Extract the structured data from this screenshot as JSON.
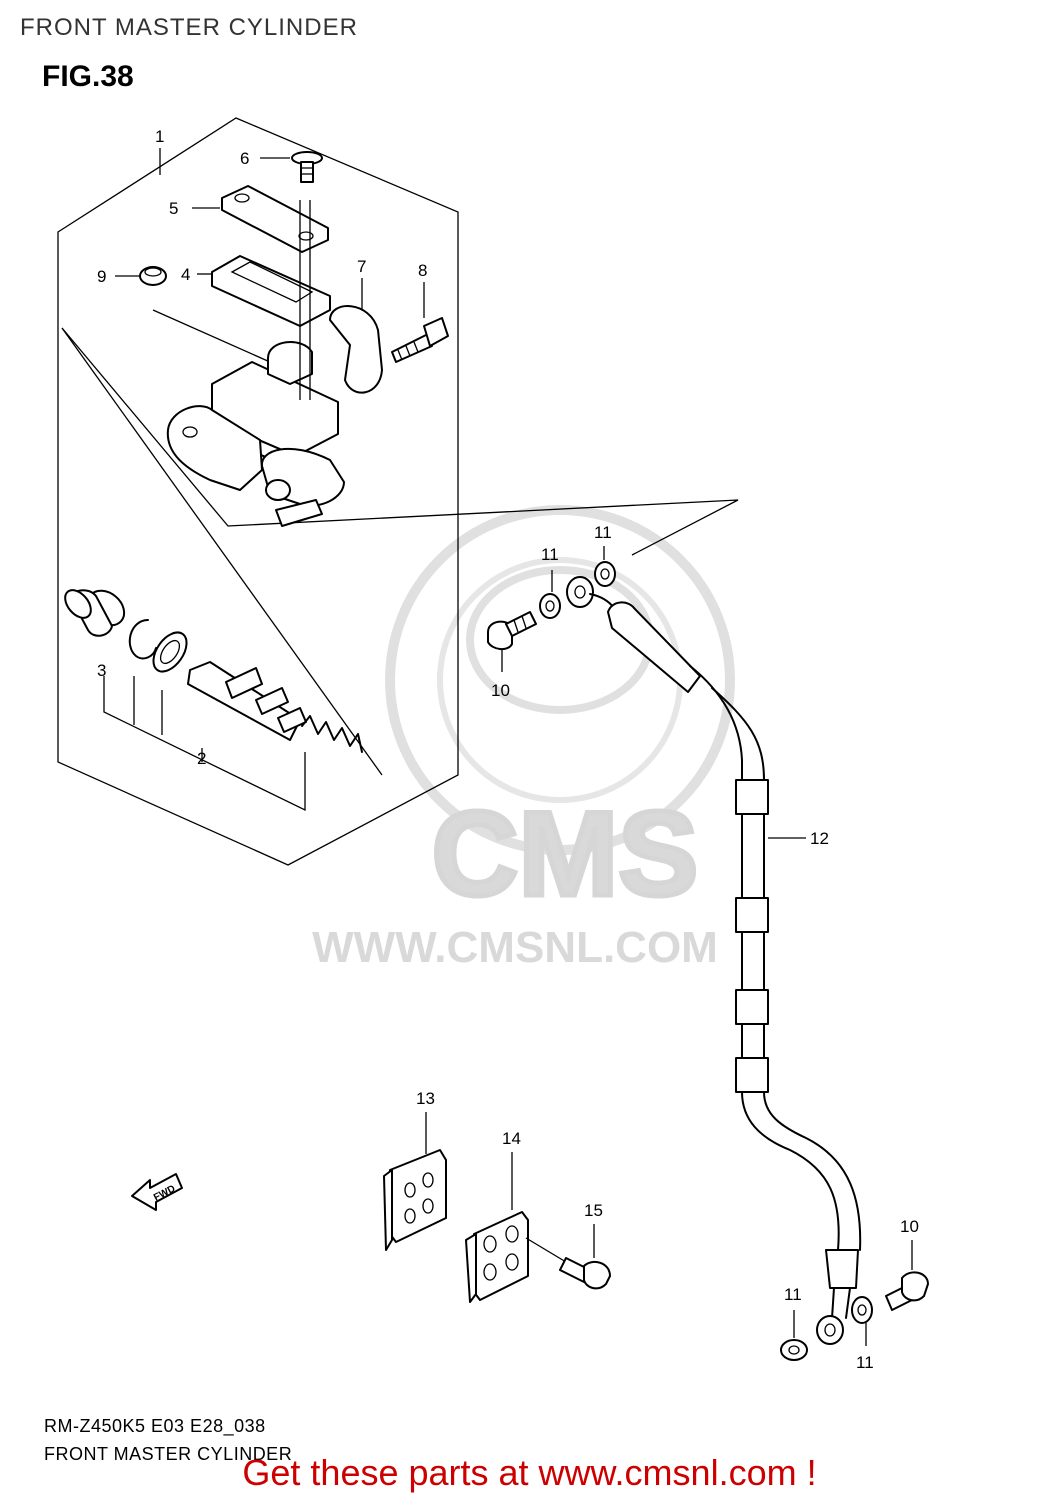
{
  "header": {
    "title": "FRONT MASTER CYLINDER"
  },
  "figure": {
    "label": "FIG.38"
  },
  "watermark": {
    "brand": "CMS",
    "url": "WWW.CMSNL.COM"
  },
  "callouts": [
    {
      "id": "c1",
      "text": "1"
    },
    {
      "id": "c2",
      "text": "2"
    },
    {
      "id": "c3",
      "text": "3"
    },
    {
      "id": "c4",
      "text": "4"
    },
    {
      "id": "c5",
      "text": "5"
    },
    {
      "id": "c6",
      "text": "6"
    },
    {
      "id": "c7",
      "text": "7"
    },
    {
      "id": "c8",
      "text": "8"
    },
    {
      "id": "c9",
      "text": "9"
    },
    {
      "id": "c10a",
      "text": "10"
    },
    {
      "id": "c10b",
      "text": "10"
    },
    {
      "id": "c11a",
      "text": "11"
    },
    {
      "id": "c11b",
      "text": "11"
    },
    {
      "id": "c11c",
      "text": "11"
    },
    {
      "id": "c11d",
      "text": "11"
    },
    {
      "id": "c12",
      "text": "12"
    },
    {
      "id": "c13",
      "text": "13"
    },
    {
      "id": "c14",
      "text": "14"
    },
    {
      "id": "c15",
      "text": "15"
    }
  ],
  "fwd_label": "FWD",
  "footer": {
    "model_code": "RM-Z450K5 E03 E28_038",
    "caption": "FRONT MASTER CYLINDER",
    "link_text": "Get these parts at www.cmsnl.com !"
  },
  "colors": {
    "link": "#cc0000",
    "watermark": "#d9d9d9",
    "ink": "#000000"
  }
}
